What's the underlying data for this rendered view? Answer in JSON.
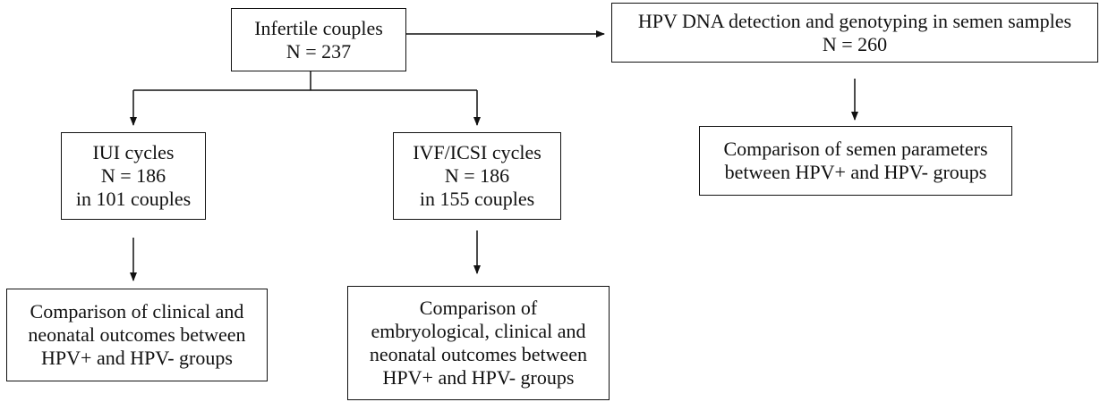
{
  "nodes": {
    "infertile": {
      "line1": "Infertile couples",
      "line2": "N = 237"
    },
    "hpv_detection": {
      "line1": "HPV DNA detection and genotyping in semen samples",
      "line2": "N = 260"
    },
    "iui": {
      "line1": "IUI cycles",
      "line2": "N = 186",
      "line3": "in 101 couples"
    },
    "ivf": {
      "line1": "IVF/ICSI cycles",
      "line2": "N = 186",
      "line3": "in 155 couples"
    },
    "semen_comparison": {
      "line1": "Comparison of semen parameters",
      "line2": "between HPV+ and HPV- groups"
    },
    "iui_outcomes": {
      "line1": "Comparison of clinical and",
      "line2": "neonatal outcomes between",
      "line3": "HPV+ and HPV- groups"
    },
    "ivf_outcomes": {
      "line1": "Comparison of",
      "line2": "embryological, clinical and",
      "line3": "neonatal outcomes between",
      "line4": "HPV+ and HPV- groups"
    }
  },
  "edges": [
    {
      "from": "infertile",
      "to": "hpv_detection"
    },
    {
      "from": "infertile",
      "to": "iui"
    },
    {
      "from": "infertile",
      "to": "ivf"
    },
    {
      "from": "hpv_detection",
      "to": "semen_comparison"
    },
    {
      "from": "iui",
      "to": "iui_outcomes"
    },
    {
      "from": "ivf",
      "to": "ivf_outcomes"
    }
  ]
}
